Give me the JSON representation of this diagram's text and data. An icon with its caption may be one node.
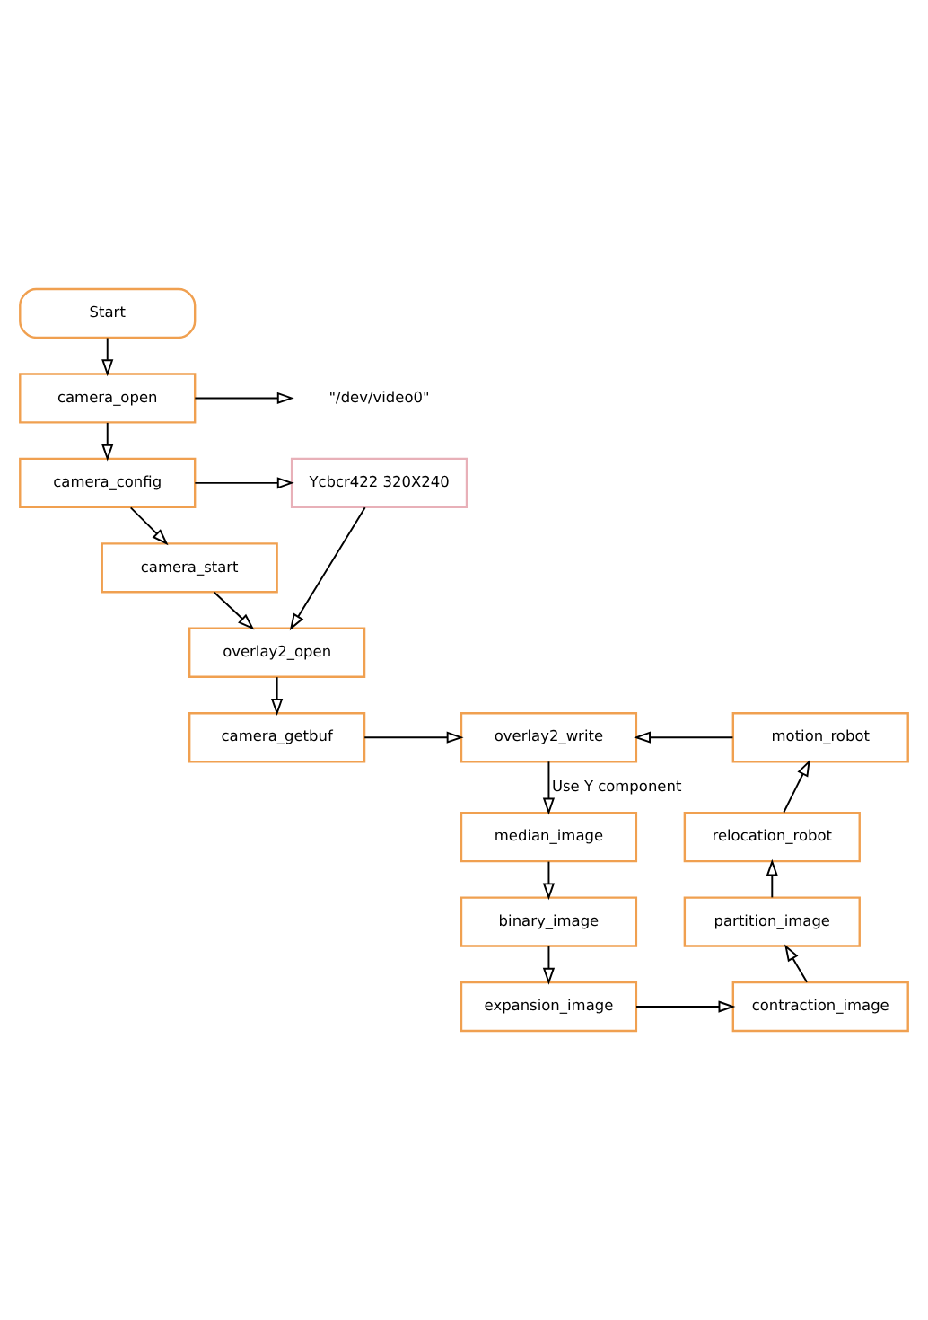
{
  "diagram": {
    "nodes": [
      {
        "text": [
          "Start"
        ]
      },
      {
        "text": [
          "camera_open"
        ]
      },
      {
        "text": [
          "\"/dev/video0\""
        ]
      },
      {
        "text": [
          "camera_config"
        ]
      },
      {
        "text": [
          "Ycbcr422 320X240"
        ]
      },
      {
        "text": [
          "camera_start"
        ]
      },
      {
        "text": [
          "overlay2_open"
        ]
      },
      {
        "text": [
          "camera_getbuf"
        ]
      },
      {
        "text": [
          "overlay2_write"
        ]
      },
      {
        "text": [
          "motion_robot"
        ]
      },
      {
        "text": [
          "median_image"
        ]
      },
      {
        "text": [
          "relocation_robot"
        ]
      },
      {
        "text": [
          "binary_image"
        ]
      },
      {
        "text": [
          "partition_image"
        ]
      },
      {
        "text": [
          "expansion_image"
        ]
      },
      {
        "text": [
          "contraction_image"
        ]
      }
    ],
    "edges": [
      {
        "from": 0,
        "to": 1,
        "arrow": "to"
      },
      {
        "from": 1,
        "to": 2,
        "arrow": "to"
      },
      {
        "from": 1,
        "to": 3,
        "arrow": "to"
      },
      {
        "from": 3,
        "to": 4,
        "arrow": "to"
      },
      {
        "from": 3,
        "to": 5,
        "arrow": "to"
      },
      {
        "from": 4,
        "to": 6,
        "arrow": "to"
      },
      {
        "from": 5,
        "to": 6,
        "arrow": "to"
      },
      {
        "from": 6,
        "to": 7,
        "arrow": "to"
      },
      {
        "from": 7,
        "to": 8,
        "arrow": "to"
      },
      {
        "from": 9,
        "to": 8,
        "arrow": "to"
      },
      {
        "from": 8,
        "to": 10,
        "arrow": "to",
        "label": "Use Y component"
      },
      {
        "from": 10,
        "to": 12,
        "arrow": "to"
      },
      {
        "from": 12,
        "to": 14,
        "arrow": "to"
      },
      {
        "from": 14,
        "to": 15,
        "arrow": "to"
      },
      {
        "from": 15,
        "to": 13,
        "arrow": "to"
      },
      {
        "from": 13,
        "to": 11,
        "arrow": "to"
      },
      {
        "from": 11,
        "to": 9,
        "arrow": "to"
      }
    ]
  }
}
